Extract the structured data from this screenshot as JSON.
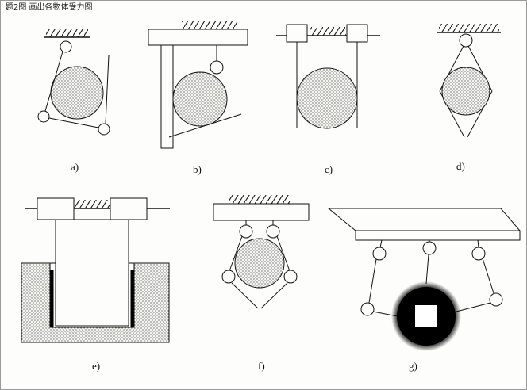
{
  "caption_fragment": "题2图 画出各物体受力图",
  "labels": {
    "a": "a)",
    "b": "b)",
    "c": "c)",
    "d": "d)",
    "e": "e)",
    "f": "f)",
    "g": "g)"
  },
  "colors": {
    "ink": "#111111",
    "paper": "#fdfdfc",
    "stipple_dot": "#444444",
    "ball": "#000000"
  }
}
